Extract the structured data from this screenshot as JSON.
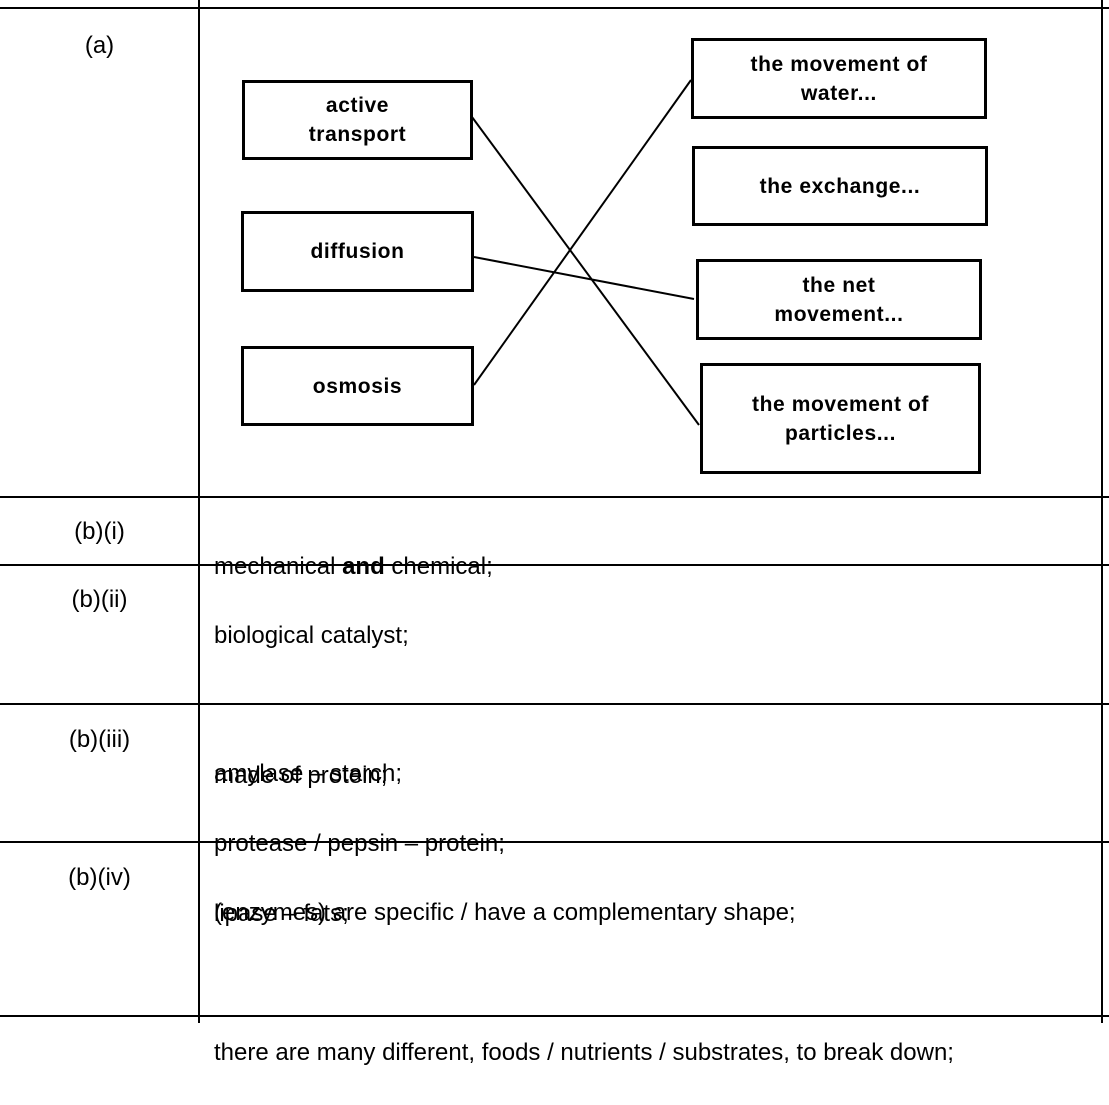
{
  "rows": {
    "a": {
      "label": "(a)",
      "left_terms": [
        "active transport",
        "diffusion",
        "osmosis"
      ],
      "right_definitions": [
        "the movement of water...",
        "the exchange...",
        "the net movement...",
        "the movement of particles..."
      ]
    },
    "b_i": {
      "label": "(b)(i)",
      "pre": "mechanical ",
      "bold": "and",
      "post": " chemical;"
    },
    "b_ii": {
      "label": "(b)(ii)",
      "lines": [
        "biological catalyst;",
        "made of protein;"
      ]
    },
    "b_iii": {
      "label": "(b)(iii)",
      "lines": [
        "amylase – starch;",
        "protease / pepsin – protein;",
        "lipase – fats;"
      ]
    },
    "b_iv": {
      "label": "(b)(iv)",
      "lines": [
        "(enzymes) are specific / have a complementary shape;",
        "there are many different, foods / nutrients / substrates, to break down;"
      ]
    }
  }
}
